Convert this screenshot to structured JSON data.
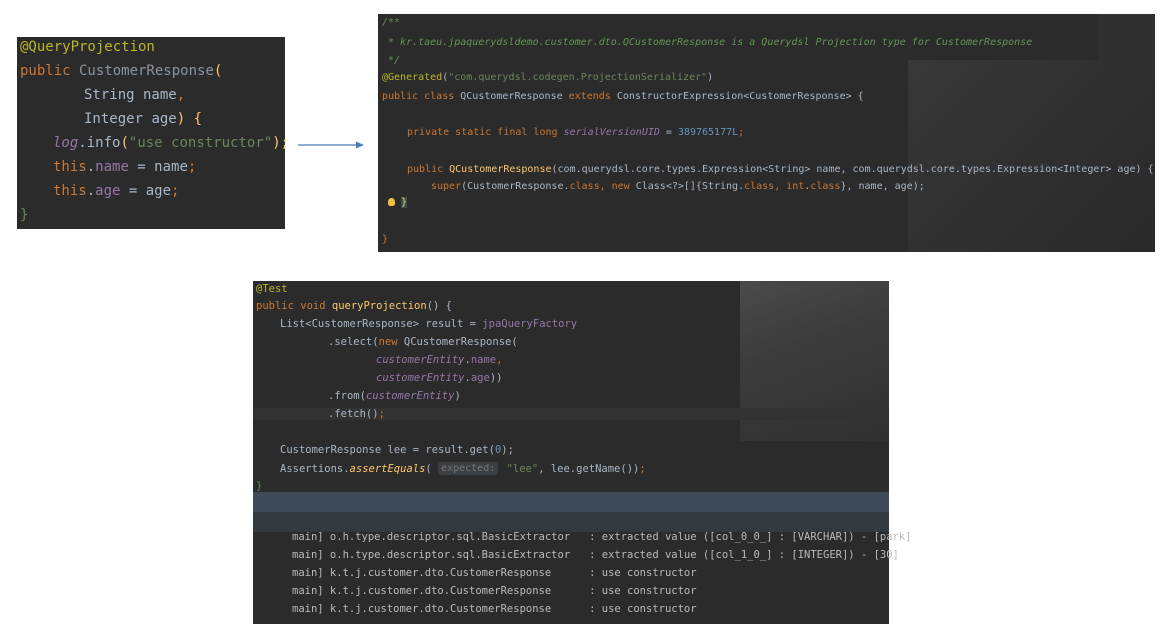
{
  "panel1": {
    "l1": "@QueryProjection",
    "l2_kw": "public",
    "l2_name": " CustomerResponse",
    "l2_paren": "(",
    "l3_type": "String",
    "l3_param": " name",
    "l3_comma": ",",
    "l4_type": "Integer",
    "l4_param": " age",
    "l4_end": ") {",
    "l5_log": "log",
    "l5_dot": ".",
    "l5_info": "info",
    "l5_open": "(",
    "l5_str": "\"use constructor\"",
    "l5_close": ");",
    "l6_this": "this",
    "l6_dot": ".",
    "l6_field": "name",
    "l6_rest": " = name",
    "l6_semi": ";",
    "l7_this": "this",
    "l7_dot": ".",
    "l7_field": "age",
    "l7_rest": " = age",
    "l7_semi": ";",
    "l8": "}"
  },
  "panel2": {
    "c1": "/**",
    "c2": " * kr.taeu.jpaquerydsldemo.customer.dto.QCustomerResponse is a Querydsl Projection type for CustomerResponse",
    "c3": " */",
    "gen_ann": "@Generated",
    "gen_open": "(",
    "gen_str": "\"com.querydsl.codegen.ProjectionSerializer\"",
    "gen_close": ")",
    "cls_kw": "public class",
    "cls_name": " QCustomerResponse",
    "cls_ext": " extends",
    "cls_rest": " ConstructorExpression<CustomerResponse> {",
    "f_kw": "private static final long",
    "f_name": "serialVersionUID",
    "f_eq": " = ",
    "f_num": "389765177L",
    "f_semi": ";",
    "ctor_kw": "public",
    "ctor_name": " QCustomerResponse",
    "ctor_rest": "(com.querydsl.core.types.Expression<String> name, com.querydsl.core.types.Expression<Integer> age) {",
    "sup_kw": "super",
    "sup_rest1": "(CustomerResponse.",
    "sup_class": "class",
    "sup_comma": ", ",
    "sup_new": "new",
    "sup_rest2": " Class<?>[]{String.",
    "sup_class2": "class",
    "sup_comma2": ", ",
    "sup_int": "int",
    "sup_dot": ".",
    "sup_class3": "class",
    "sup_rest3": "}, name, age);",
    "close_inner": "}",
    "close_outer": "}"
  },
  "panel3": {
    "l1": "@Test",
    "l2_kw": "public void",
    "l2_name": " queryProjection",
    "l2_rest": "() {",
    "l3_a": "List<CustomerResponse> result = ",
    "l3_b": "jpaQueryFactory",
    "l4_a": ".select(",
    "l4_new": "new",
    "l4_b": " QCustomerResponse(",
    "l5_a": "customerEntity",
    "l5_b": ".",
    "l5_c": "name",
    "l5_d": ",",
    "l6_a": "customerEntity",
    "l6_b": ".",
    "l6_c": "age",
    "l6_d": "))",
    "l7_a": ".from(",
    "l7_b": "customerEntity",
    "l7_c": ")",
    "l8_a": ".fetch()",
    "l8_b": ";",
    "l9_a": "CustomerResponse lee = result.get(",
    "l9_num": "0",
    "l9_b": ");",
    "l10_a": "Assertions.",
    "l10_fn": "assertEquals",
    "l10_open": "( ",
    "l10_hint": "expected:",
    "l10_str": " \"lee\"",
    "l10_b": ", lee.getName())",
    "l10_semi": ";",
    "l11": "}",
    "log1": "main] o.h.type.descriptor.sql.BasicExtractor   : extracted value ([col_0_0_] : [VARCHAR]) - [park]",
    "log2": "main] o.h.type.descriptor.sql.BasicExtractor   : extracted value ([col_1_0_] : [INTEGER]) - [30]",
    "log3": "main] k.t.j.customer.dto.CustomerResponse      : use constructor",
    "log4": "main] k.t.j.customer.dto.CustomerResponse      : use constructor",
    "log5": "main] k.t.j.customer.dto.CustomerResponse      : use constructor"
  },
  "colors": {
    "editor_bg": "#2b2b2b",
    "keyword": "#cc7832",
    "annotation": "#bbb529",
    "string": "#6a8759",
    "number": "#6897bb",
    "field": "#9876aa",
    "function": "#ffc66d",
    "text": "#a9b7c6",
    "comment": "#629755",
    "arrow": "#4a7ebb"
  },
  "icons": {
    "arrow": "right-arrow-icon",
    "bulb": "lightbulb-icon"
  }
}
